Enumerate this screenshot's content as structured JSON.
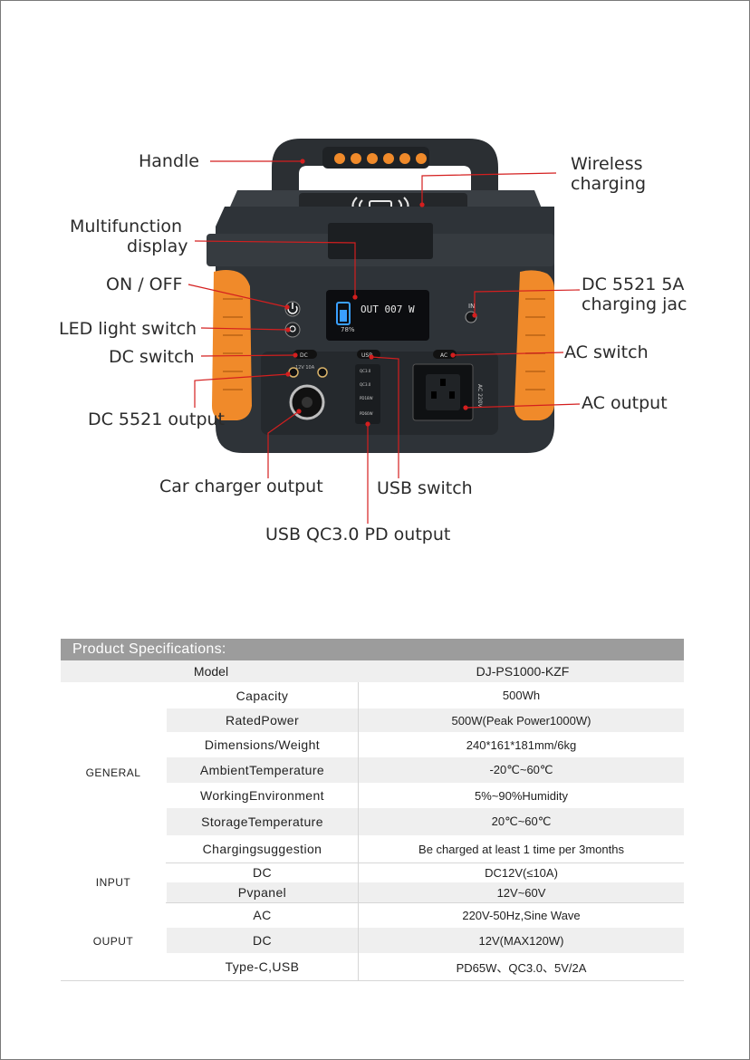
{
  "callouts": {
    "handle": "Handle",
    "wireless_1": "Wireless",
    "wireless_2": "charging",
    "display_1": "Multifunction",
    "display_2": "display",
    "on_off": "ON / OFF",
    "led_switch": "LED light switch",
    "dc_switch": "DC switch",
    "dc5521_output": "DC 5521 output",
    "charging_jack_1": "DC 5521 5A",
    "charging_jack_2": "charging jac",
    "ac_switch": "AC switch",
    "ac_output": "AC output",
    "car_charger": "Car charger output",
    "usb_switch": "USB switch",
    "usb_pd": "USB QC3.0 PD output"
  },
  "device": {
    "display_text": "OUT 007 W",
    "display_percent": "78%",
    "in_label": "IN",
    "dc_button": "DC",
    "usb_button": "USB",
    "ac_button": "AC",
    "dc_rating": "12V 10A",
    "ac_rating": "AC 220V",
    "port_1": "QC3.0",
    "port_2": "QC3.0",
    "port_3": "PD18W",
    "port_4": "PD60W",
    "colors": {
      "body": "#2e3338",
      "accent": "#f08a2a",
      "screen": "#0c0d10"
    }
  },
  "specs": {
    "title": "Product Specifications:",
    "model": {
      "label": "Model",
      "value": "DJ-PS1000-KZF"
    },
    "groups": [
      {
        "name": "GENERAL",
        "rows": [
          {
            "label": "Capacity",
            "value": "500Wh"
          },
          {
            "label": "RatedPower",
            "value": "500W(Peak Power1000W)"
          },
          {
            "label": "Dimensions/Weight",
            "value": "240*161*181mm/6kg"
          },
          {
            "label": "AmbientTemperature",
            "value": "-20℃~60℃"
          },
          {
            "label": "WorkingEnvironment",
            "value": "5%~90%Humidity"
          },
          {
            "label": "StorageTemperature",
            "value": "20℃~60℃"
          },
          {
            "label": "Chargingsuggestion",
            "value": "Be charged at least 1 time per 3months"
          }
        ]
      },
      {
        "name": "INPUT",
        "rows": [
          {
            "label": "DC",
            "value": "DC12V(≤10A)"
          },
          {
            "label": "Pvpanel",
            "value": "12V~60V"
          }
        ]
      },
      {
        "name": "OUPUT",
        "rows": [
          {
            "label": "AC",
            "value": "220V-50Hz,Sine Wave"
          },
          {
            "label": "DC",
            "value": "12V(MAX120W)"
          },
          {
            "label": "Type-C,USB",
            "value": "PD65W、QC3.0、5V/2A"
          }
        ]
      }
    ],
    "stripe_color": "#efefef",
    "header_color": "#9c9c9c"
  }
}
